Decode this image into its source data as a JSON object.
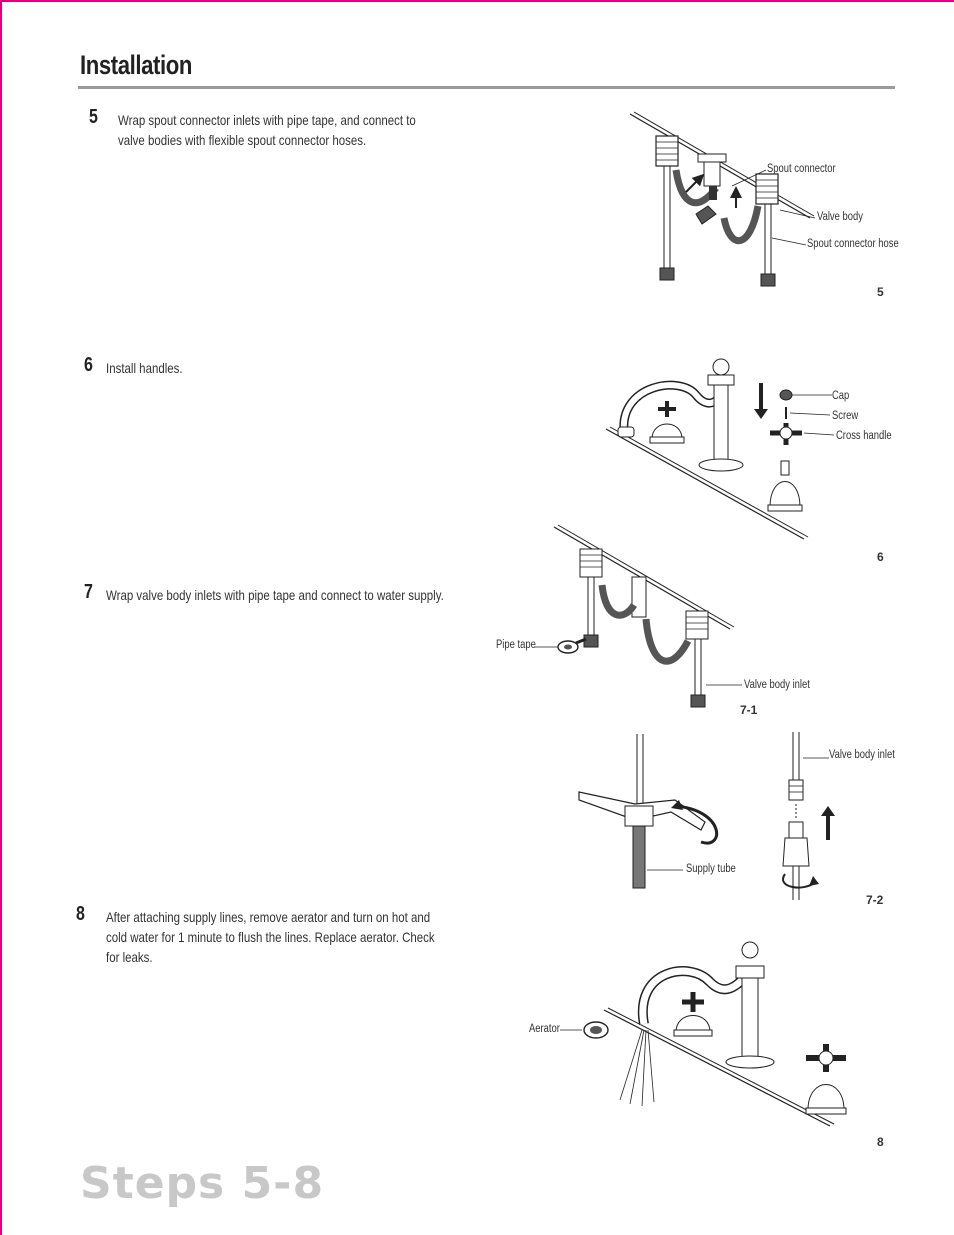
{
  "header": {
    "title": "Installation"
  },
  "steps": [
    {
      "number": "5",
      "text": "Wrap spout connector inlets with pipe tape, and connect to valve bodies with flexible spout connector hoses."
    },
    {
      "number": "6",
      "text": "Install handles."
    },
    {
      "number": "7",
      "text": "Wrap valve body inlets with pipe tape and connect to water supply."
    },
    {
      "number": "8",
      "text": "After attaching supply lines, remove aerator and turn on hot and cold water for 1 minute to flush the lines.  Replace aerator.  Check for leaks."
    }
  ],
  "figures": {
    "fig5": {
      "label": "5",
      "callouts": [
        "Spout connector",
        "Valve body",
        "Spout connector hose"
      ]
    },
    "fig6": {
      "label": "6",
      "callouts": [
        "Cap",
        "Screw",
        "Cross handle"
      ]
    },
    "fig7_1": {
      "label": "7-1",
      "callouts": [
        "Pipe tape",
        "Valve body inlet"
      ]
    },
    "fig7_2": {
      "label": "7-2",
      "callouts": [
        "Valve body inlet",
        "Supply tube"
      ]
    },
    "fig8": {
      "label": "8",
      "callouts": [
        "Aerator"
      ]
    }
  },
  "footer": {
    "title": "Steps 5-8"
  },
  "colors": {
    "accent_border": "#e0007a",
    "rule": "#9a9a9a",
    "footer_text": "#c8c8c8"
  }
}
